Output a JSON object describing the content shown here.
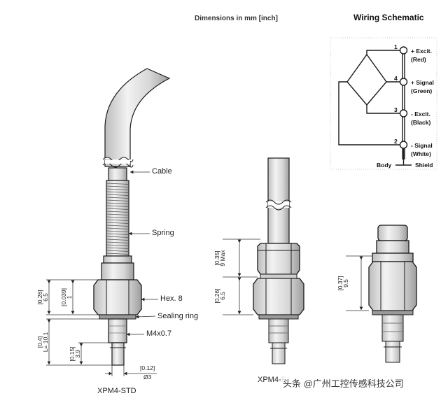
{
  "header": {
    "dimensions_title": "Dimensions in mm [inch]",
    "wiring_title": "Wiring Schematic"
  },
  "wiring": {
    "terminals": [
      {
        "pin": "1",
        "label_line1": "+ Excit.",
        "label_line2": "(Red)"
      },
      {
        "pin": "4",
        "label_line1": "+ Signal",
        "label_line2": "(Green)"
      },
      {
        "pin": "3",
        "label_line1": "- Excit.",
        "label_line2": "(Black)"
      },
      {
        "pin": "2",
        "label_line1": "- Signal",
        "label_line2": "(White)"
      }
    ],
    "body_label": "Body",
    "shield_label": "Shield"
  },
  "sensor_std": {
    "model": "XPM4-STD",
    "callouts": {
      "cable": "Cable",
      "spring": "Spring",
      "hex": "Hex. 8",
      "sealing_ring": "Sealing ring",
      "thread": "M4x0.7"
    },
    "dims": {
      "hex_height": {
        "inch": "[0.26]",
        "mm": "6.5"
      },
      "ring_height": {
        "inch": "[0.039]",
        "mm": "1"
      },
      "length": {
        "inch": "[0.4]",
        "mm": "L= 10.1"
      },
      "tip_height": {
        "inch": "[0.15]",
        "mm": "3.9"
      },
      "tip_dia": {
        "inch": "[0.12]",
        "mm": "Ø3"
      }
    }
  },
  "sensor_f": {
    "model": "XPM4-F",
    "dims": {
      "top_height": {
        "inch": "[0.35]",
        "mm": "9 Max"
      },
      "hex_height": {
        "inch": "[0.26]",
        "mm": "6.5"
      }
    }
  },
  "sensor_3": {
    "dims": {
      "height": {
        "inch": "[0.37]",
        "mm": "9.5"
      }
    }
  },
  "watermark": "头条 @广州工控传感科技公司",
  "colors": {
    "line": "#1a1a1a",
    "fill_light": "#e9e9e9",
    "fill_mid": "#cfcfcf",
    "fill_dark": "#a8a8a8"
  }
}
